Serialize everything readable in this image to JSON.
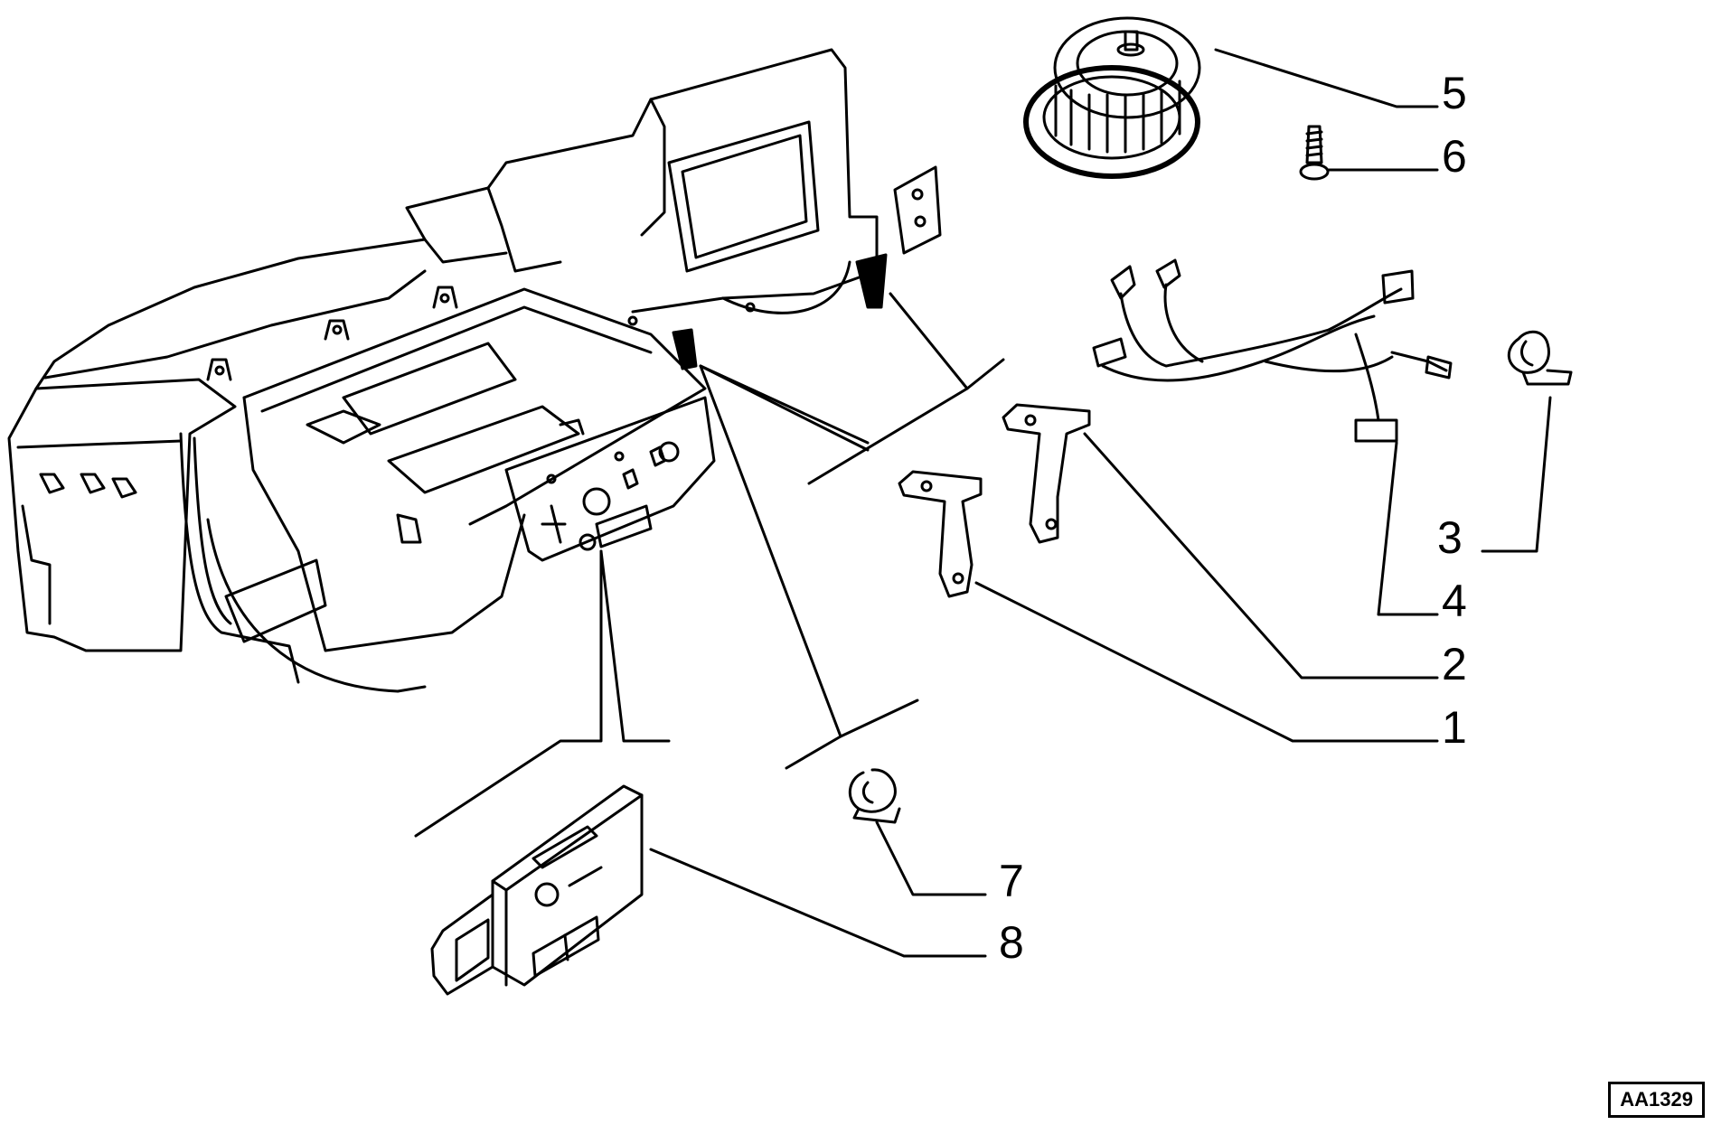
{
  "diagram": {
    "callouts": [
      {
        "id": "5",
        "label": "5"
      },
      {
        "id": "6",
        "label": "6"
      },
      {
        "id": "3",
        "label": "3"
      },
      {
        "id": "4",
        "label": "4"
      },
      {
        "id": "2",
        "label": "2"
      },
      {
        "id": "1",
        "label": "1"
      },
      {
        "id": "7",
        "label": "7"
      },
      {
        "id": "8",
        "label": "8"
      }
    ],
    "reference_code": "AA1329"
  }
}
